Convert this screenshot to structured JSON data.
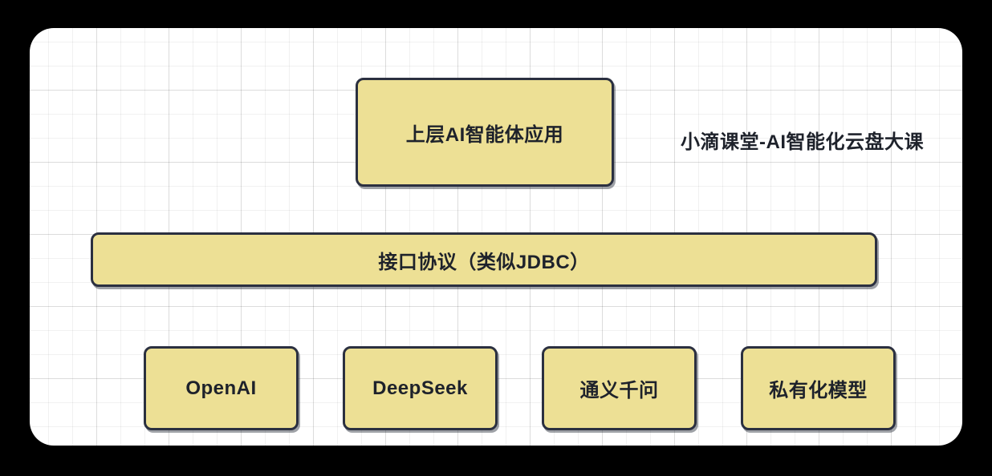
{
  "colors": {
    "outer_bg": "#000000",
    "card_bg": "#ffffff",
    "box_fill": "#EDE095",
    "box_border": "#2b3040",
    "text": "#1e222b",
    "grid_line": "#e8e8e8"
  },
  "caption": "小滴课堂-AI智能化云盘大课",
  "diagram": {
    "top_box_label": "上层AI智能体应用",
    "interface_bar_label": "接口协议（类似JDBC）",
    "bottom_boxes": [
      "OpenAI",
      "DeepSeek",
      "通义千问",
      "私有化模型"
    ]
  }
}
